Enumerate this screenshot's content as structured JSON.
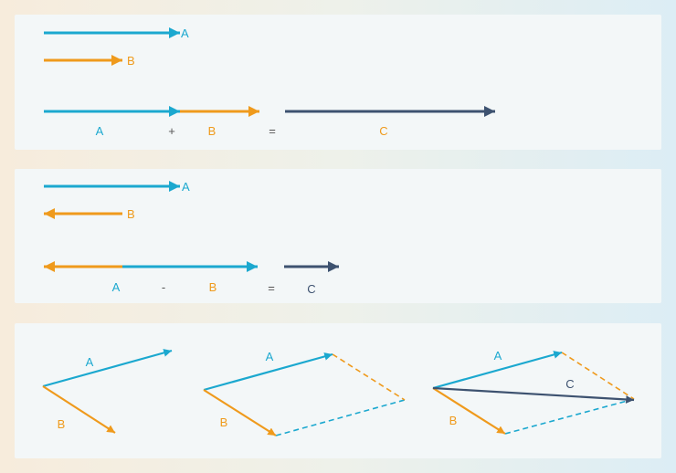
{
  "colors": {
    "a": "#1ba8cf",
    "b": "#ef9a1c",
    "c": "#3d5270",
    "op": "#555555"
  },
  "addition": {
    "top_a_label": "A",
    "top_b_label": "B",
    "a_label": "A",
    "plus": "+",
    "b_label": "B",
    "equals": "=",
    "c_label": "C"
  },
  "subtraction": {
    "top_a_label": "A",
    "top_b_label": "B",
    "a_label": "A",
    "minus": "-",
    "b_label": "B",
    "equals": "=",
    "c_label": "C"
  },
  "parallelogram": {
    "step1": {
      "a_label": "A",
      "b_label": "B"
    },
    "step2": {
      "a_label": "A",
      "b_label": "B"
    },
    "step3": {
      "a_label": "A",
      "b_label": "B",
      "c_label": "C"
    }
  }
}
